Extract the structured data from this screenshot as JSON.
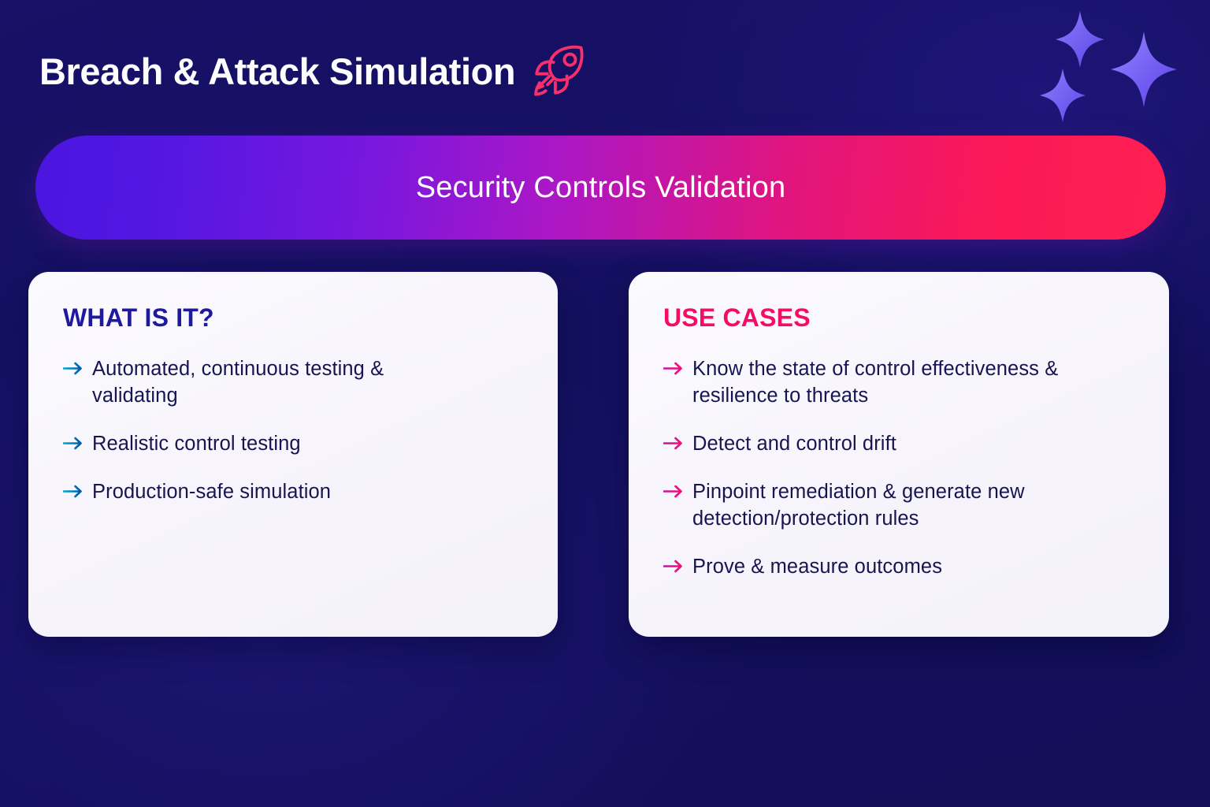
{
  "header": {
    "title": "Breach & Attack Simulation",
    "icon": "rocket-icon"
  },
  "decorations": {
    "sparkle_icons": [
      "sparkle-icon",
      "sparkle-icon",
      "sparkle-icon"
    ]
  },
  "banner": {
    "text": "Security Controls Validation",
    "gradient_from": "#4a16e0",
    "gradient_to": "#ff2052"
  },
  "cards": [
    {
      "id": "what-is-it",
      "heading": "WHAT IS IT?",
      "heading_color": "#1e1a9e",
      "arrow_color": "#0072b8",
      "bullets": [
        "Automated, continuous testing & validating",
        "Realistic control testing",
        "Production-safe simulation"
      ]
    },
    {
      "id": "use-cases",
      "heading": "USE CASES",
      "heading_color": "#f30d66",
      "arrow_color": "#e01090",
      "bullets": [
        "Know the state of control effectiveness & resilience to threats",
        "Detect and control drift",
        "Pinpoint remediation & generate new detection/protection rules",
        "Prove & measure outcomes"
      ]
    }
  ],
  "theme": {
    "background": "#151063",
    "card_background": "#f8f6fb",
    "text_color": "#171452",
    "accent_pink": "#f30d66",
    "accent_indigo": "#1e1a9e",
    "sparkle_color": "#7b68f5"
  }
}
